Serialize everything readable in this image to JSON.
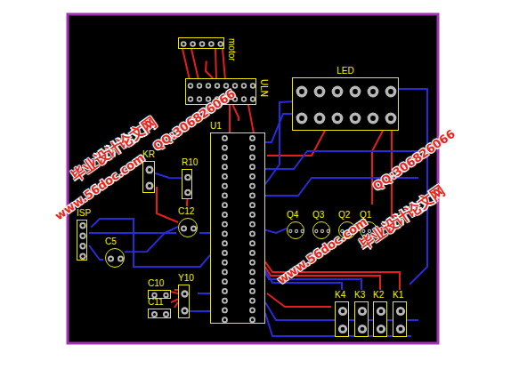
{
  "diagram": {
    "nodes": [
      {
        "text": [
          "motor"
        ]
      },
      {
        "text": [
          "ULN"
        ]
      },
      {
        "text": [
          "LED"
        ]
      },
      {
        "text": [
          "U1"
        ]
      },
      {
        "text": [
          "KR"
        ]
      },
      {
        "text": [
          "R10"
        ]
      },
      {
        "text": [
          "C12"
        ]
      },
      {
        "text": [
          "ISP"
        ]
      },
      {
        "text": [
          "C5"
        ]
      },
      {
        "text": [
          "C10"
        ]
      },
      {
        "text": [
          "C11"
        ]
      },
      {
        "text": [
          "Y10"
        ]
      },
      {
        "text": [
          "Q4"
        ]
      },
      {
        "text": [
          "Q3"
        ]
      },
      {
        "text": [
          "Q2"
        ]
      },
      {
        "text": [
          "Q1"
        ]
      },
      {
        "text": [
          "K4"
        ]
      },
      {
        "text": [
          "K3"
        ]
      },
      {
        "text": [
          "K2"
        ]
      },
      {
        "text": [
          "K1"
        ]
      }
    ],
    "edges": [
      {
        "from": 0,
        "to": 1,
        "arrow": "none"
      },
      {
        "from": 1,
        "to": 3,
        "arrow": "none"
      },
      {
        "from": 2,
        "to": 3,
        "arrow": "none"
      },
      {
        "from": 7,
        "to": 3,
        "arrow": "none"
      },
      {
        "from": 4,
        "to": 5,
        "arrow": "none"
      },
      {
        "from": 5,
        "to": 6,
        "arrow": "none"
      },
      {
        "from": 8,
        "to": 6,
        "arrow": "none"
      },
      {
        "from": 9,
        "to": 11,
        "arrow": "none"
      },
      {
        "from": 10,
        "to": 11,
        "arrow": "none"
      },
      {
        "from": 12,
        "to": 3,
        "arrow": "none"
      },
      {
        "from": 16,
        "to": 3,
        "arrow": "none"
      },
      {
        "from": 17,
        "to": 3,
        "arrow": "none"
      },
      {
        "from": 18,
        "to": 3,
        "arrow": "none"
      },
      {
        "from": 19,
        "to": 3,
        "arrow": "none"
      }
    ],
    "labels": [
      "毕业设计论文网",
      "www.56doc.com",
      "QQ:306826066",
      "www.56doc.com",
      "QQ:306826066",
      "毕业设计论文网"
    ]
  }
}
